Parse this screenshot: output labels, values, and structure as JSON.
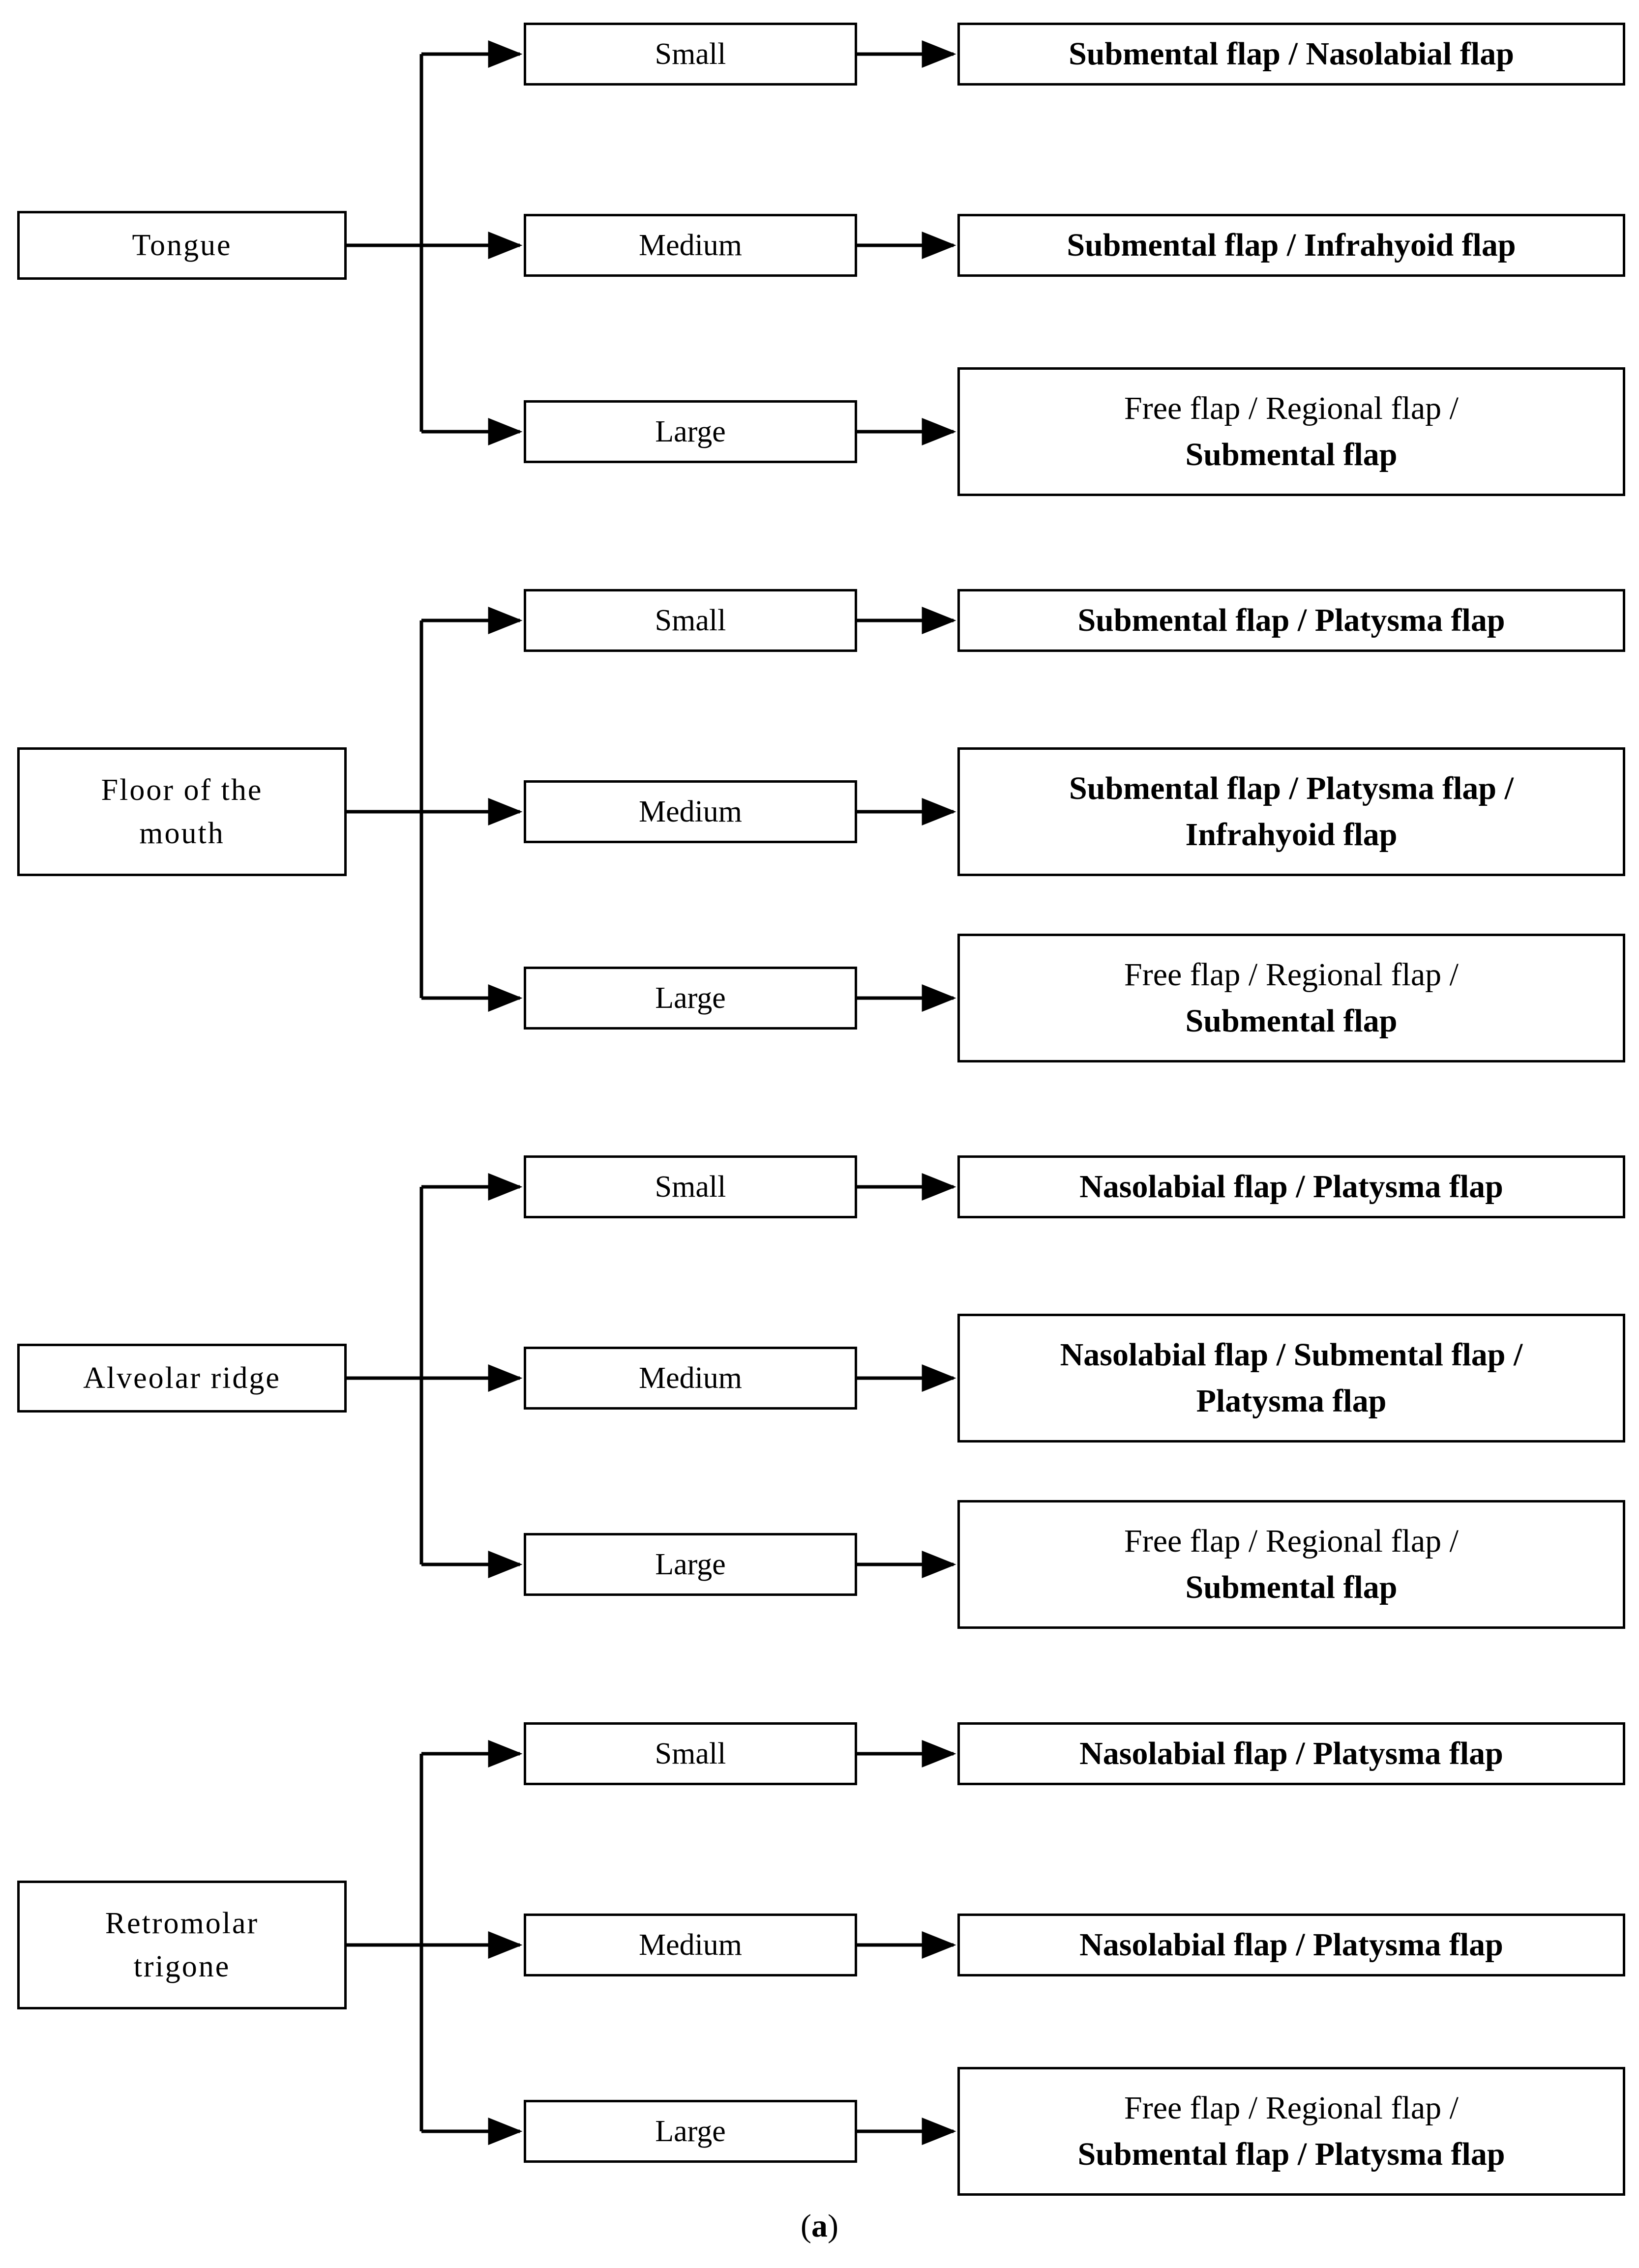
{
  "figure": {
    "caption_open": "(",
    "caption_letter": "a",
    "caption_close": ")",
    "caption_full": "(a)",
    "diagram_type": "flowchart",
    "levels": [
      "subsite",
      "defect-size",
      "recommended-flap"
    ],
    "colors": {
      "stroke": "#000000",
      "fill": "#ffffff",
      "text": "#000000"
    }
  },
  "stage_labels": {
    "small": "Small",
    "medium": "Medium",
    "large": "Large"
  },
  "groups": [
    {
      "source": "Tongue",
      "source_lines": [
        "Tongue"
      ],
      "branches": [
        {
          "size": "Small",
          "outcome_lines": [
            {
              "text": "Submental flap / Nasolabial flap",
              "weight": "bold"
            }
          ],
          "outcome_text": "Submental flap / Nasolabial flap",
          "tall": false
        },
        {
          "size": "Medium",
          "outcome_lines": [
            {
              "text": "Submental flap / Infrahyoid flap",
              "weight": "bold"
            }
          ],
          "outcome_text": "Submental flap / Infrahyoid flap",
          "tall": false
        },
        {
          "size": "Large",
          "outcome_lines": [
            {
              "text": "Free flap / Regional flap /",
              "weight": "normal"
            },
            {
              "text": "Submental flap",
              "weight": "bold"
            }
          ],
          "outcome_text": "Free flap / Regional flap / Submental flap",
          "tall": true
        }
      ]
    },
    {
      "source": "Floor of the mouth",
      "source_lines": [
        "Floor of the",
        "mouth"
      ],
      "branches": [
        {
          "size": "Small",
          "outcome_lines": [
            {
              "text": "Submental flap / Platysma flap",
              "weight": "bold"
            }
          ],
          "outcome_text": "Submental flap / Platysma flap",
          "tall": false
        },
        {
          "size": "Medium",
          "outcome_lines": [
            {
              "text": "Submental flap / Platysma flap /",
              "weight": "bold"
            },
            {
              "text": "Infrahyoid flap",
              "weight": "bold"
            }
          ],
          "outcome_text": "Submental flap / Platysma flap / Infrahyoid flap",
          "tall": true
        },
        {
          "size": "Large",
          "outcome_lines": [
            {
              "text": "Free flap / Regional flap /",
              "weight": "normal"
            },
            {
              "text": "Submental flap",
              "weight": "bold"
            }
          ],
          "outcome_text": "Free flap / Regional flap / Submental flap",
          "tall": true
        }
      ]
    },
    {
      "source": "Alveolar ridge",
      "source_lines": [
        "Alveolar ridge"
      ],
      "branches": [
        {
          "size": "Small",
          "outcome_lines": [
            {
              "text": "Nasolabial flap / Platysma flap",
              "weight": "bold"
            }
          ],
          "outcome_text": "Nasolabial flap / Platysma flap",
          "tall": false
        },
        {
          "size": "Medium",
          "outcome_lines": [
            {
              "text": "Nasolabial flap / Submental flap /",
              "weight": "bold"
            },
            {
              "text": "Platysma flap",
              "weight": "bold"
            }
          ],
          "outcome_text": "Nasolabial flap / Submental flap / Platysma flap",
          "tall": true
        },
        {
          "size": "Large",
          "outcome_lines": [
            {
              "text": "Free flap / Regional flap /",
              "weight": "normal"
            },
            {
              "text": "Submental flap",
              "weight": "bold"
            }
          ],
          "outcome_text": "Free flap / Regional flap / Submental flap",
          "tall": true
        }
      ]
    },
    {
      "source": "Retromolar trigone",
      "source_lines": [
        "Retromolar",
        "trigone"
      ],
      "branches": [
        {
          "size": "Small",
          "outcome_lines": [
            {
              "text": "Nasolabial flap / Platysma flap",
              "weight": "bold"
            }
          ],
          "outcome_text": "Nasolabial flap / Platysma flap",
          "tall": false
        },
        {
          "size": "Medium",
          "outcome_lines": [
            {
              "text": "Nasolabial flap / Platysma flap",
              "weight": "bold"
            }
          ],
          "outcome_text": "Nasolabial flap / Platysma flap",
          "tall": false
        },
        {
          "size": "Large",
          "outcome_lines": [
            {
              "text": "Free flap / Regional flap /",
              "weight": "normal"
            },
            {
              "text": "Submental flap / Platysma flap",
              "weight": "bold"
            }
          ],
          "outcome_text": "Free flap / Regional flap / Submental flap / Platysma flap",
          "tall": true
        }
      ]
    }
  ]
}
